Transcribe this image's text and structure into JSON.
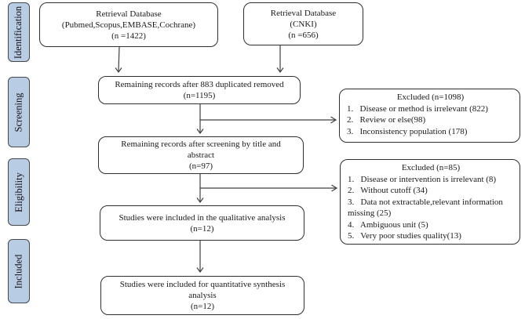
{
  "diagram": {
    "type": "prisma-flowchart",
    "colors": {
      "stage_fill": "#b8cce4",
      "stage_border": "#44484c",
      "box_border": "#2f2f2f",
      "line": "#404040"
    },
    "stages": [
      {
        "label": "Identification"
      },
      {
        "label": "Screening"
      },
      {
        "label": "Eligibility"
      },
      {
        "label": "Included"
      }
    ],
    "boxes": {
      "db1": {
        "lines": [
          "Retrieval Database",
          "(Pubmed,Scopus,EMBASE,Cochrane)",
          "(n =1422)"
        ]
      },
      "db2": {
        "lines": [
          "Retrieval Database",
          "(CNKI)",
          "(n =656)"
        ]
      },
      "dedup": {
        "lines": [
          "Remaining records after 883 duplicated removed",
          "(n=1195)"
        ]
      },
      "screened": {
        "lines": [
          "Remaining records after screening by title and",
          "abstract",
          "(n=97)"
        ]
      },
      "qualitative": {
        "lines": [
          "Studies were included in the qualitative analysis",
          "(n=12)"
        ]
      },
      "quantitative": {
        "lines": [
          "Studies were included for quantitative synthesis",
          "analysis",
          "(n=12)"
        ]
      },
      "excluded1": {
        "title": "Excluded (n=1098)",
        "items": [
          "1.   Disease or method is irrelevant (822)",
          "2.   Review or else(98)",
          "3.   Inconsistency population (178)"
        ]
      },
      "excluded2": {
        "title": "Excluded (n=85)",
        "items": [
          "1.   Disease or intervention is irrelevant (8)",
          "2.   Without cutoff (34)",
          "3.   Data not extractable,relevant information missing (25)",
          "4.   Ambiguous unit (5)",
          "5.   Very poor studies quality(13)"
        ]
      }
    }
  }
}
